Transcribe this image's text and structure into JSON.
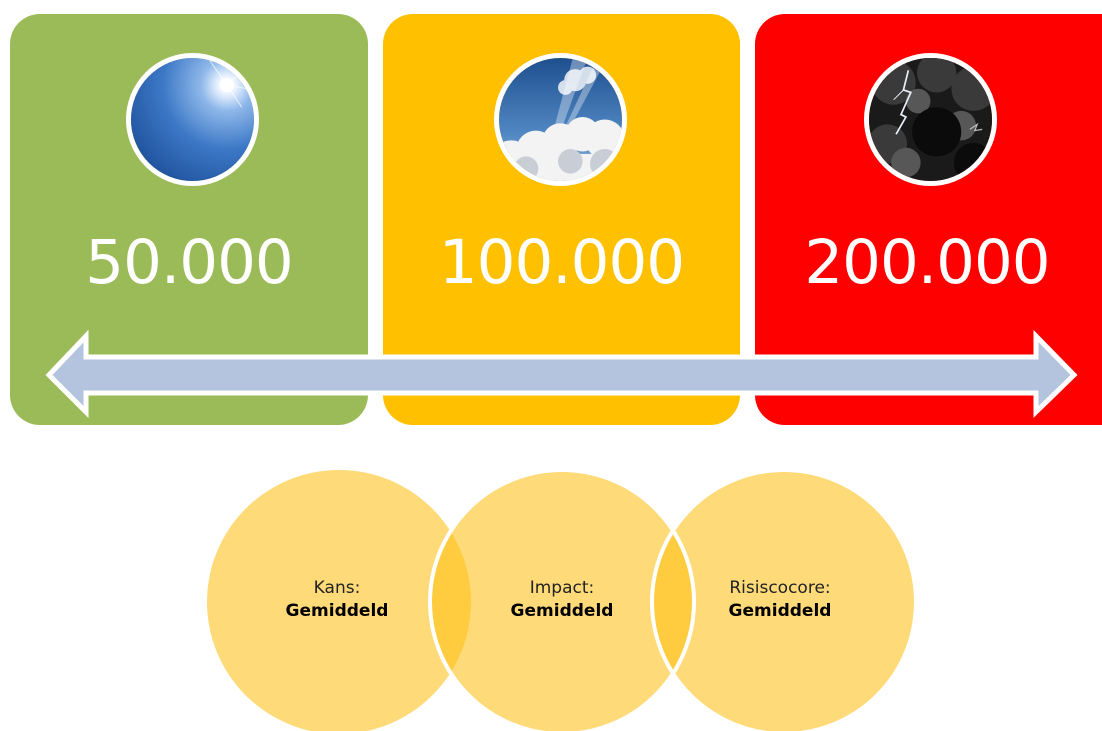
{
  "colors": {
    "low": "#9BBB59",
    "medium": "#FFC000",
    "high": "#FF0000",
    "arrow_fill": "#B4C3DE",
    "venn_fill": "#FFDA78",
    "venn_overlap": "#FFCC40"
  },
  "scenarios": [
    {
      "value": "50.000",
      "image": "clear-sky-sun-icon"
    },
    {
      "value": "100.000",
      "image": "partly-cloudy-sky-icon"
    },
    {
      "value": "200.000",
      "image": "storm-clouds-lightning-icon"
    }
  ],
  "risk": [
    {
      "label": "Kans:",
      "value": "Gemiddeld"
    },
    {
      "label": "Impact:",
      "value": "Gemiddeld"
    },
    {
      "label": "Risiscocore:",
      "value": "Gemiddeld"
    }
  ]
}
